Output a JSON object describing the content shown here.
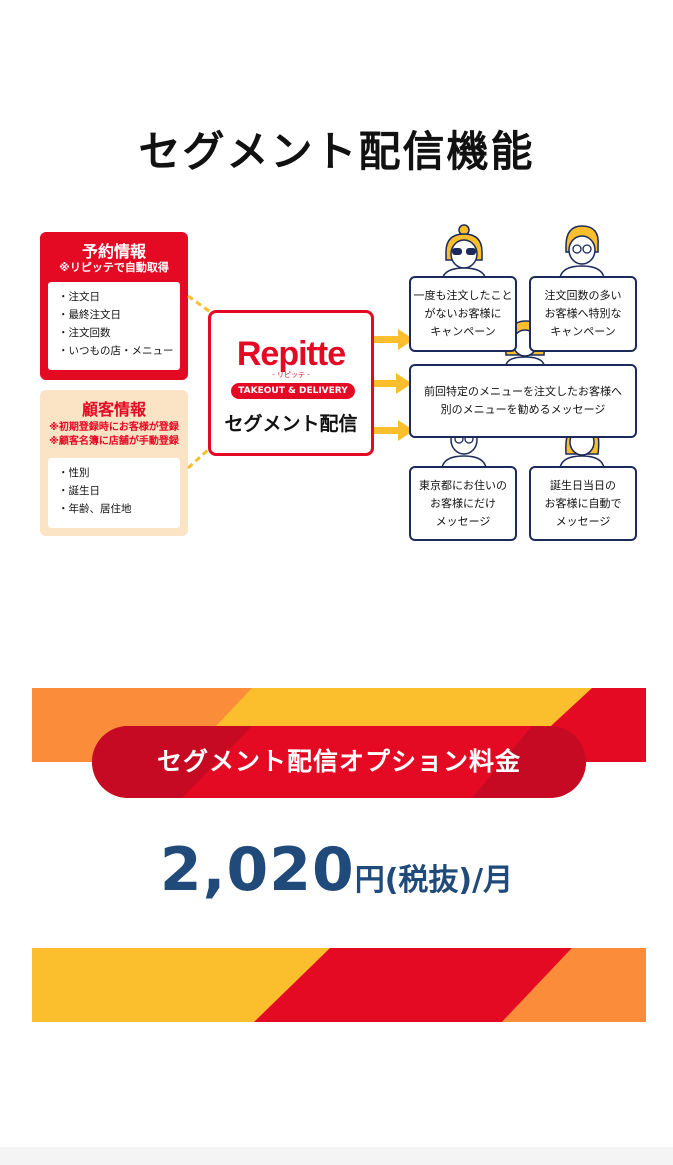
{
  "title": "セグメント配信機能",
  "reservation": {
    "title": "予約情報",
    "subtitle": "※リピッテで自動取得",
    "items": [
      "・注文日",
      "・最終注文日",
      "・注文回数",
      "・いつもの店・メニュー"
    ]
  },
  "customer": {
    "title": "顧客情報",
    "notes": [
      "※初期登録時にお客様が登録",
      "※顧客名簿に店舗が手動登録"
    ],
    "items": [
      "・性別",
      "・誕生日",
      "・年齢、居住地"
    ]
  },
  "repitte": {
    "logo": "Repitte",
    "logo_sub": "- リピッテ -",
    "tagline": "TAKEOUT & DELIVERY",
    "label": "セグメント配信"
  },
  "messages": {
    "m1": [
      "一度も注文したこと",
      "がないお客様に",
      "キャンペーン"
    ],
    "m2": [
      "注文回数の多い",
      "お客様へ特別な",
      "キャンペーン"
    ],
    "m3": [
      "前回特定のメニューを注文したお客様へ",
      "別のメニューを勧めるメッセージ"
    ],
    "m4": [
      "東京都にお住いの",
      "お客様にだけ",
      "メッセージ"
    ],
    "m5": [
      "誕生日当日の",
      "お客様に自動で",
      "メッセージ"
    ]
  },
  "pricing": {
    "banner_title": "セグメント配信オプション料金",
    "amount": "2,020",
    "unit": "円(税抜)/月"
  },
  "colors": {
    "red": "#e50a24",
    "orange": "#fb8c3a",
    "yellow": "#fbbf2d",
    "navy": "#1b2a5a",
    "price_blue": "#1f4a7a",
    "beige": "#fbe3c6"
  }
}
